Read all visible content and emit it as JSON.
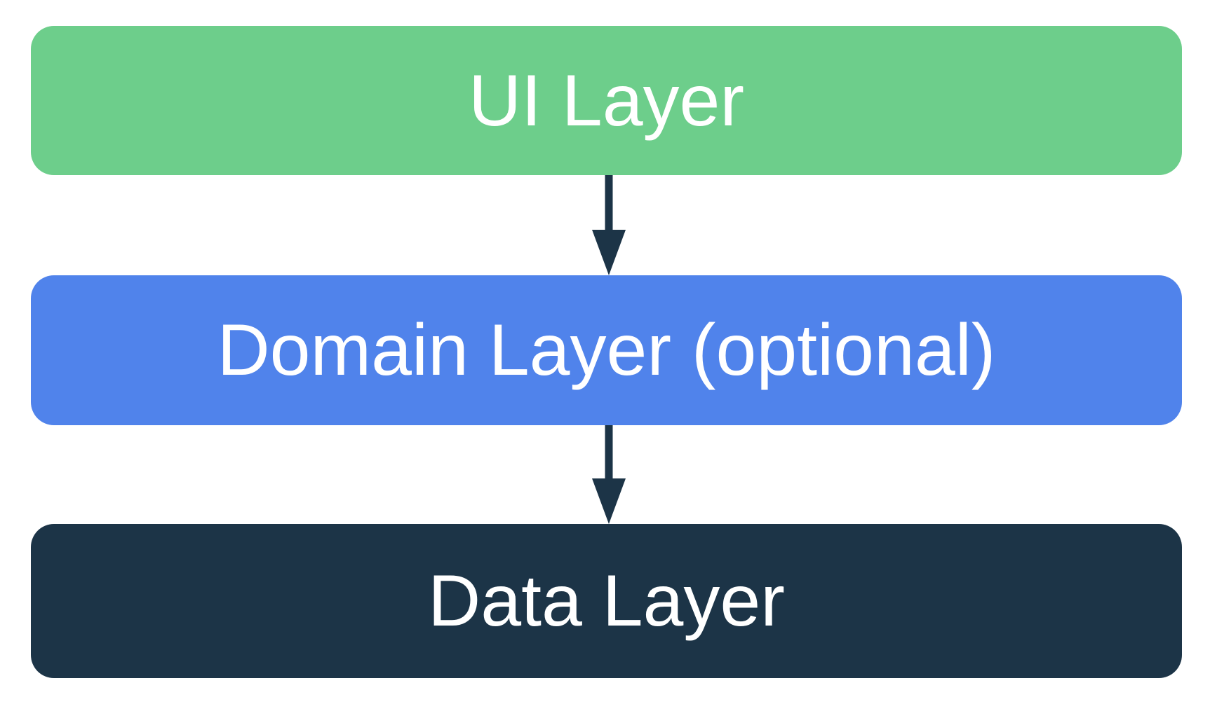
{
  "diagram": {
    "background_color": "#ffffff",
    "text_color": "#ffffff",
    "layers": [
      {
        "label": "UI Layer",
        "color": "#6DCE8B"
      },
      {
        "label": "Domain Layer (optional)",
        "color": "#5083EB"
      },
      {
        "label": "Data Layer",
        "color": "#1C3447"
      }
    ],
    "arrows": [
      {
        "direction": "down",
        "from": "UI Layer",
        "to": "Domain Layer (optional)",
        "color": "#1C3447"
      },
      {
        "direction": "down",
        "from": "Domain Layer (optional)",
        "to": "Data Layer",
        "color": "#1C3447"
      }
    ]
  }
}
